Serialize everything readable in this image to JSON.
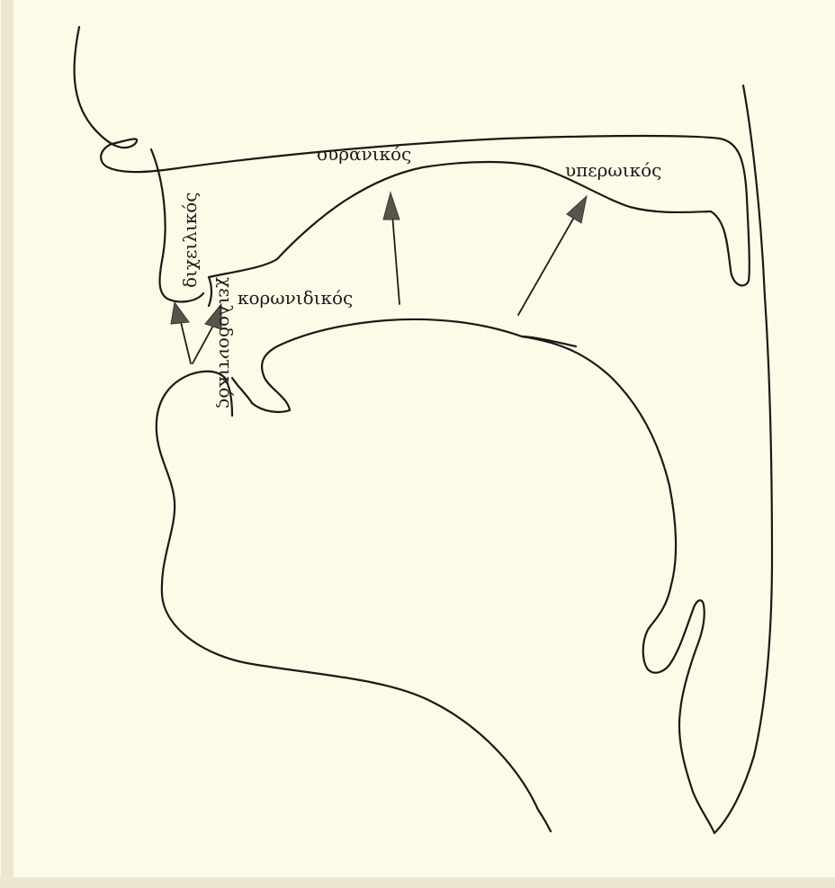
{
  "diagram": {
    "labels": {
      "bilabial": "διχειλικός",
      "labiodental": "χειλοδοντικός",
      "coronal": "κορωνιδικός",
      "palatal": "ουρανικός",
      "velar": "υπερωικός"
    },
    "colors": {
      "background": "#fcfbe8",
      "line": "#1a1916",
      "arrowhead": "#5a534c"
    }
  }
}
